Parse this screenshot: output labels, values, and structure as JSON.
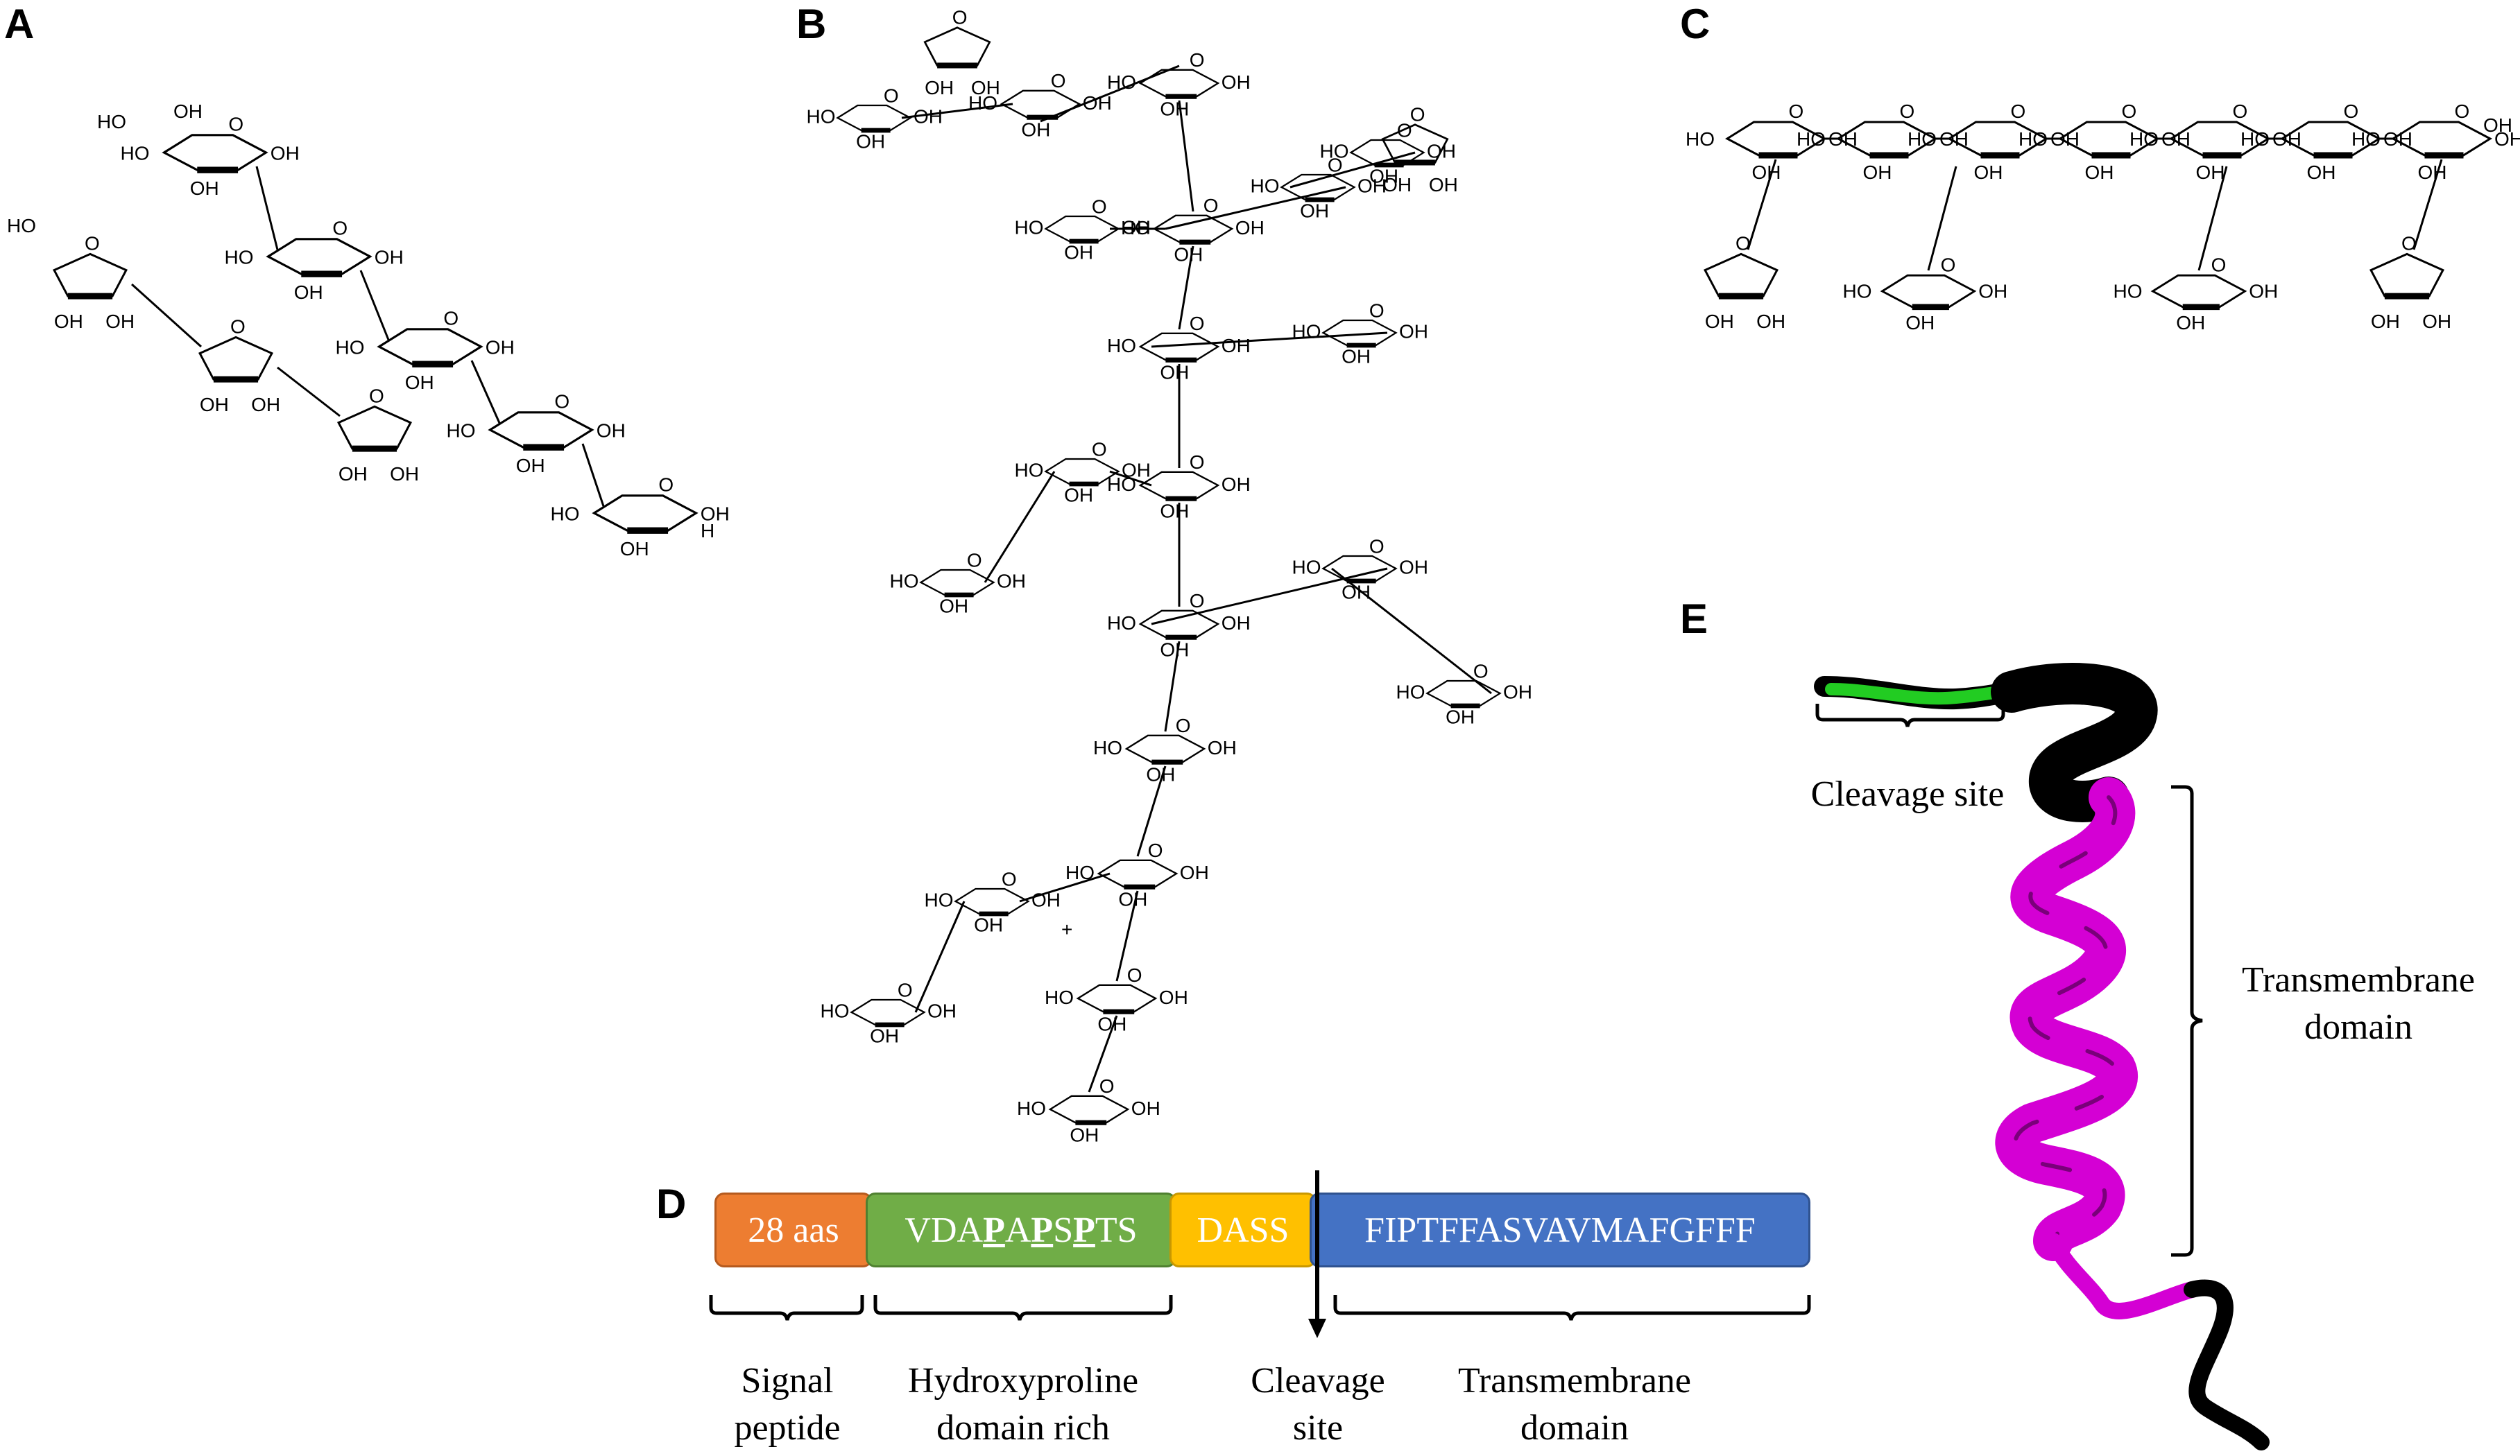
{
  "panels": {
    "a": "A",
    "b": "B",
    "c": "C",
    "d": "D",
    "e": "E"
  },
  "chem_labels": {
    "oh": "OH",
    "ho": "HO",
    "o": "O",
    "h": "H",
    "plus": "+"
  },
  "domain_bar": {
    "signal": "28 aas",
    "hyp_prefix": "VDA",
    "hyp_p1": "P",
    "hyp_a": "A",
    "hyp_p2": "P",
    "hyp_s": "S",
    "hyp_p3": "P",
    "hyp_suffix": "TS",
    "dass": "DASS",
    "tm_seq": "FIPTFFASVAVMAFGFFF"
  },
  "bar_labels": {
    "signal_line1": "Signal",
    "signal_line2": "peptide",
    "hyp_line1": "Hydroxyproline",
    "hyp_line2": "domain rich",
    "cleavage_line1": "Cleavage",
    "cleavage_line2": "site",
    "tm_line1": "Transmembrane",
    "tm_line2": "domain"
  },
  "helix_labels": {
    "cleavage": "Cleavage site",
    "tm_line1": "Transmembrane",
    "tm_line2": "domain"
  },
  "colors": {
    "signal": "#ED7D31",
    "hyp": "#70AD47",
    "dass": "#FFC000",
    "tm": "#4472C4",
    "helix_magenta": "#D400D4",
    "helix_green": "#22CC22",
    "helix_black": "#000000"
  }
}
